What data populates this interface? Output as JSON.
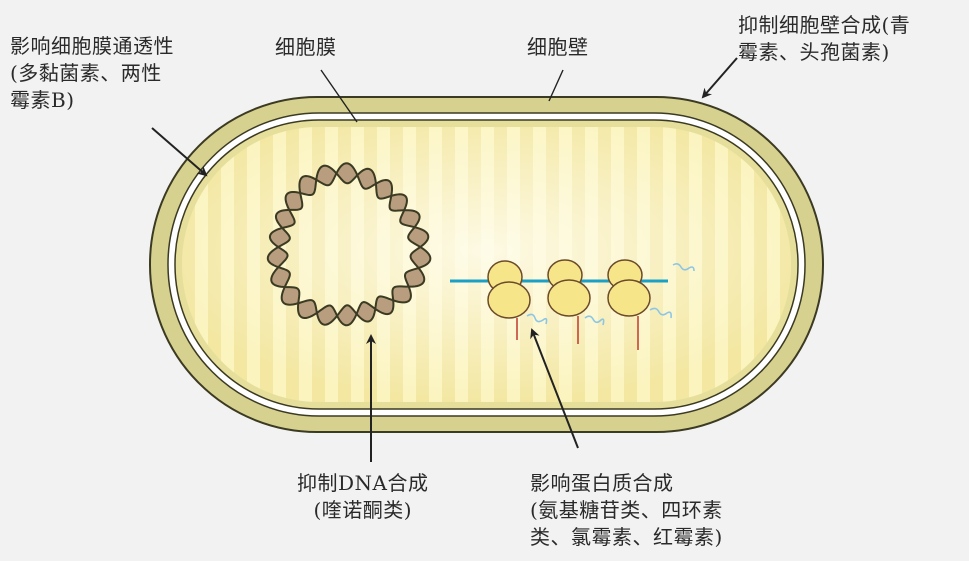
{
  "labels": {
    "membrane_permeability": [
      "影响细胞膜通透性",
      "(多黏菌素、两性",
      "霉素B)"
    ],
    "cell_membrane": "细胞膜",
    "cell_wall": "细胞壁",
    "wall_synthesis": [
      "抑制细胞壁合成(青",
      "霉素、头孢菌素)"
    ],
    "dna_synthesis": [
      "抑制DNA合成",
      "(喹诺酮类)"
    ],
    "protein_synthesis": [
      "影响蛋白质合成",
      "(氨基糖苷类、四环素",
      "类、氯霉素、红霉素)"
    ]
  },
  "colors": {
    "wall": "#d7d190",
    "cytoplasm": "#fbf4bf",
    "outline": "#3b3a22",
    "dna": "#b89e7e",
    "ribosome": "#f7e689",
    "mrna": "#1aa0c6",
    "peptide": "#8dc6e5"
  }
}
